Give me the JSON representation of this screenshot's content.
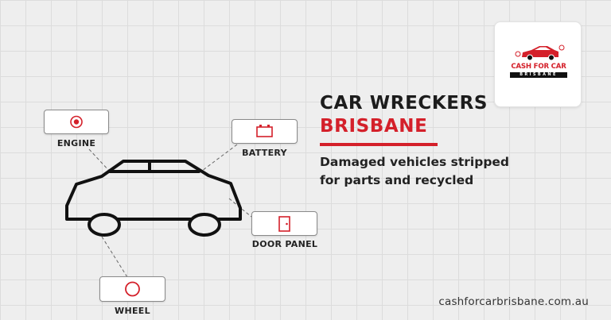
{
  "heading": {
    "line1": "CAR WRECKERS",
    "line2": "BRISBANE",
    "subtitle_line1": "Damaged vehicles stripped",
    "subtitle_line2": "for parts and recycled"
  },
  "logo": {
    "main_text": "CASH FOR CAR",
    "sub_text": "BRISBANE",
    "icon": "car-icon"
  },
  "parts": [
    {
      "label": "ENGINE",
      "icon": "engine-icon"
    },
    {
      "label": "BATTERY",
      "icon": "battery-icon"
    },
    {
      "label": "DOOR PANEL",
      "icon": "door-icon"
    },
    {
      "label": "WHEEL",
      "icon": "wheel-icon"
    }
  ],
  "website": "cashforcarbrisbane.com.au",
  "colors": {
    "accent": "#d4202a",
    "text": "#1c1c1c",
    "background": "#eeeeee",
    "grid": "#dcdcdc"
  }
}
